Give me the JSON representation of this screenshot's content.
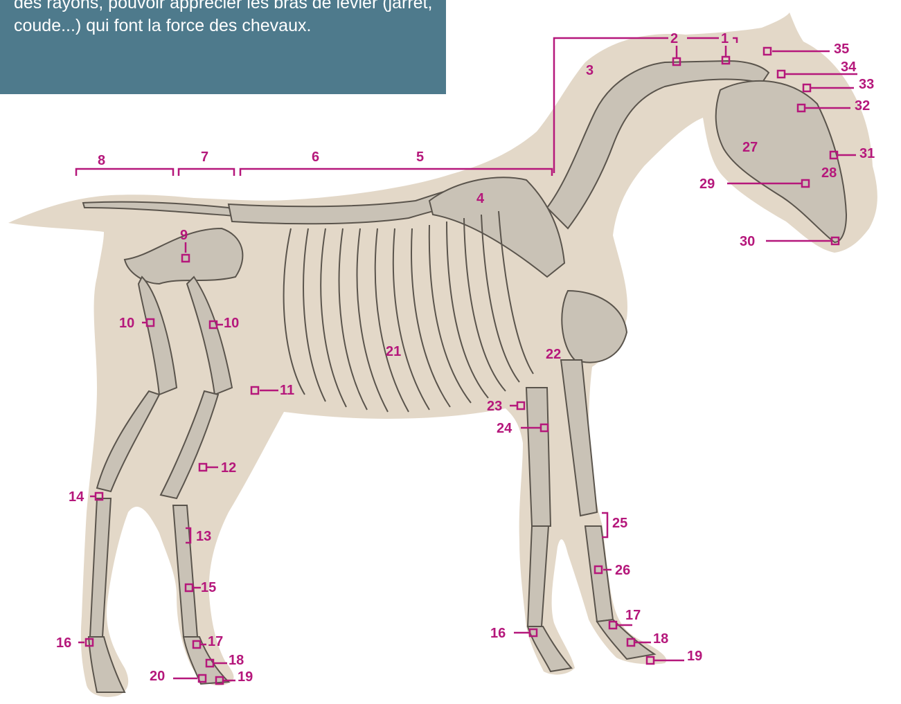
{
  "intro_text": "des rayons, pouvoir apprécier les bras de levier (jarret, coude...) qui font la force des chevaux.",
  "colors": {
    "accent": "#b5177b",
    "panel": "#4e7a8c",
    "silhouette": "#e3d8c8",
    "bone": "#c9c2b6",
    "bone_line": "#5a544c"
  },
  "labels": [
    "1",
    "2",
    "3",
    "4",
    "5",
    "6",
    "7",
    "8",
    "9",
    "10",
    "10",
    "11",
    "12",
    "13",
    "14",
    "15",
    "16",
    "16",
    "17",
    "17",
    "18",
    "18",
    "19",
    "19",
    "20",
    "21",
    "22",
    "23",
    "24",
    "25",
    "26",
    "27",
    "28",
    "29",
    "30",
    "31",
    "32",
    "33",
    "34",
    "35"
  ]
}
